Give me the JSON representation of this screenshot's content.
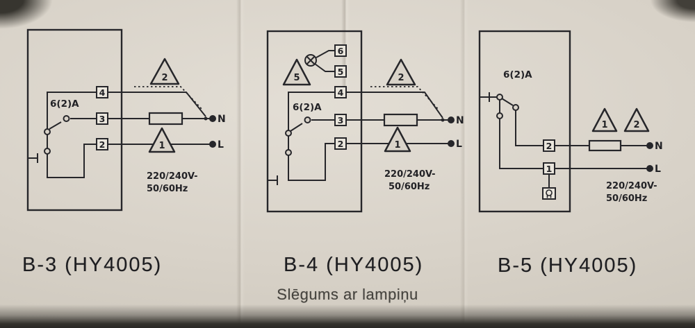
{
  "photo": {
    "bottom_caption": "Slēgums ar lampiņu",
    "colors": {
      "paper": "#d8d2c8",
      "ink": "#222226"
    }
  },
  "diagrams": [
    {
      "caption": "B-3 (HY4005)",
      "rating": "6(2)A",
      "terminals": [
        "4",
        "3",
        "2"
      ],
      "indicator_triangle": "2",
      "load_triangle": "1",
      "neutral_label": "N",
      "line_label": "L",
      "voltage_line1": "220/240V-",
      "voltage_line2": "50/60Hz"
    },
    {
      "caption": "B-4 (HY4005)",
      "rating": "6(2)A",
      "terminals": [
        "6",
        "5",
        "4",
        "3",
        "2"
      ],
      "lamp_triangle": "5",
      "indicator_triangle": "2",
      "load_triangle": "1",
      "neutral_label": "N",
      "line_label": "L",
      "voltage_line1": "220/240V-",
      "voltage_line2": "50/60Hz"
    },
    {
      "caption": "B-5 (HY4005)",
      "rating": "6(2)A",
      "terminals": [
        "2",
        "1"
      ],
      "triangle_left": "1",
      "triangle_right": "2",
      "neutral_label": "N",
      "line_label": "L",
      "voltage_line1": "220/240V-",
      "voltage_line2": "50/60Hz"
    }
  ]
}
